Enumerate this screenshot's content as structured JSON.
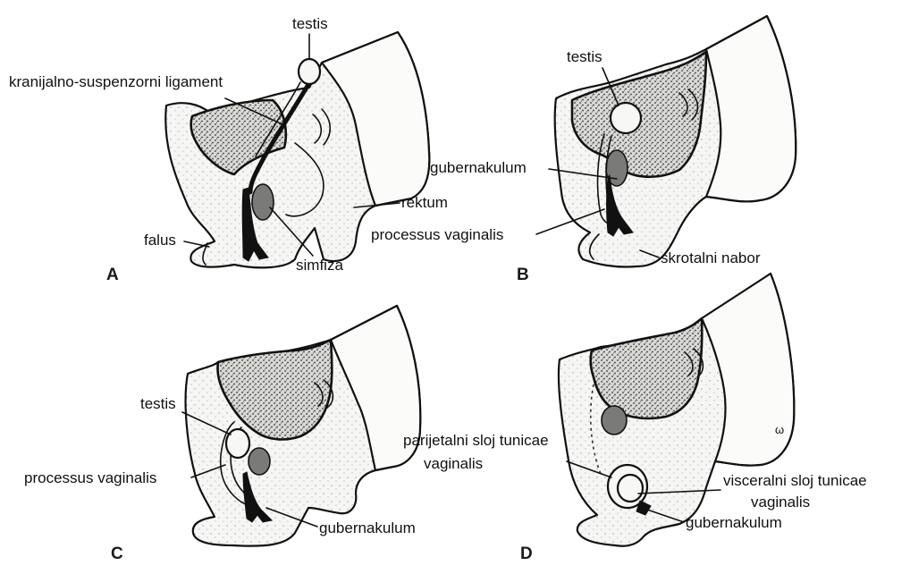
{
  "panels": [
    {
      "letter": "A",
      "labels": {
        "testis": "testis",
        "ligament": "kranijalno-suspenzorni ligament",
        "rectum": "rektum",
        "phallus": "falus",
        "symphysis": "simfiza"
      }
    },
    {
      "letter": "B",
      "labels": {
        "testis": "testis",
        "gubernaculum": "gubernakulum",
        "processus": "processus vaginalis",
        "scrotal_fold": "skrotalni nabor"
      }
    },
    {
      "letter": "C",
      "labels": {
        "testis": "testis",
        "processus": "processus vaginalis",
        "gubernaculum": "gubernakulum"
      }
    },
    {
      "letter": "D",
      "labels": {
        "parietal_1": "parijetalni sloj tunicae",
        "parietal_2": "vaginalis",
        "visceral_1": "visceralni sloj tunicae",
        "visceral_2": "vaginalis",
        "gubernaculum": "gubernakulum",
        "mark": "ω"
      }
    }
  ],
  "colors": {
    "ink": "#111111",
    "tissue": "#f4f4f2",
    "gonad": "#7a7a78"
  }
}
